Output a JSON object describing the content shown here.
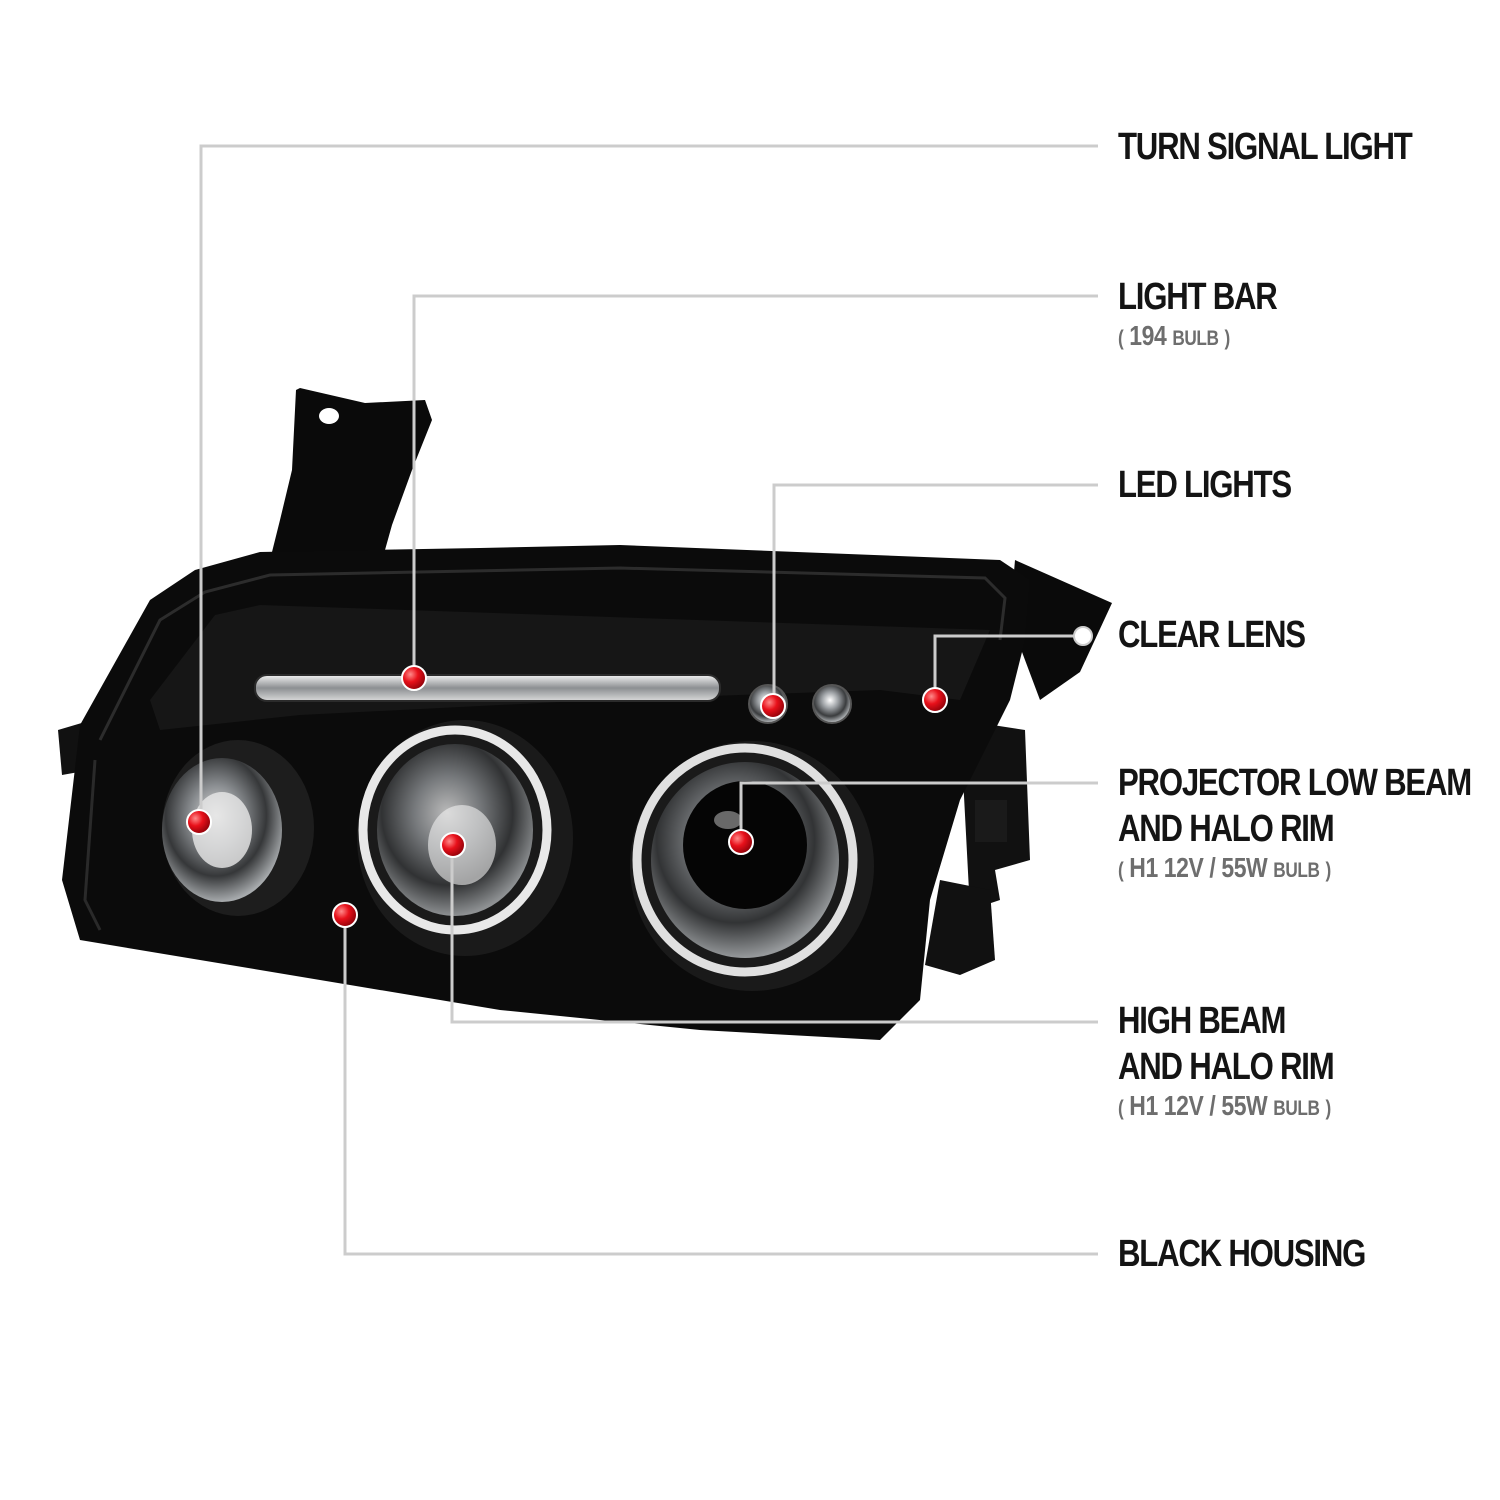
{
  "callouts": [
    {
      "id": "turn-signal-light",
      "line1": "TURN SIGNAL LIGHT",
      "line2": "",
      "bulb": null
    },
    {
      "id": "light-bar",
      "line1": "LIGHT BAR",
      "line2": "",
      "bulb": {
        "open": "(",
        "spec": "194",
        "word": "BULB",
        "close": ")"
      }
    },
    {
      "id": "led-lights",
      "line1": "LED LIGHTS",
      "line2": "",
      "bulb": null
    },
    {
      "id": "clear-lens",
      "line1": "CLEAR LENS",
      "line2": "",
      "bulb": null
    },
    {
      "id": "projector-low-beam",
      "line1": "PROJECTOR LOW BEAM",
      "line2": "AND HALO RIM",
      "bulb": {
        "open": "(",
        "spec": "H1 12V / 55W",
        "word": "BULB",
        "close": ")"
      }
    },
    {
      "id": "high-beam",
      "line1": "HIGH BEAM",
      "line2": "AND HALO RIM",
      "bulb": {
        "open": "(",
        "spec": "H1 12V / 55W",
        "word": "BULB",
        "close": ")"
      }
    },
    {
      "id": "black-housing",
      "line1": "BLACK HOUSING",
      "line2": "",
      "bulb": null
    }
  ],
  "colors": {
    "background": "#ffffff",
    "housing": "#0b0b0b",
    "leader_line": "#cccccc",
    "marker": "#e8101a",
    "label": "#141414",
    "bulb_text": "#6e6e6e"
  }
}
